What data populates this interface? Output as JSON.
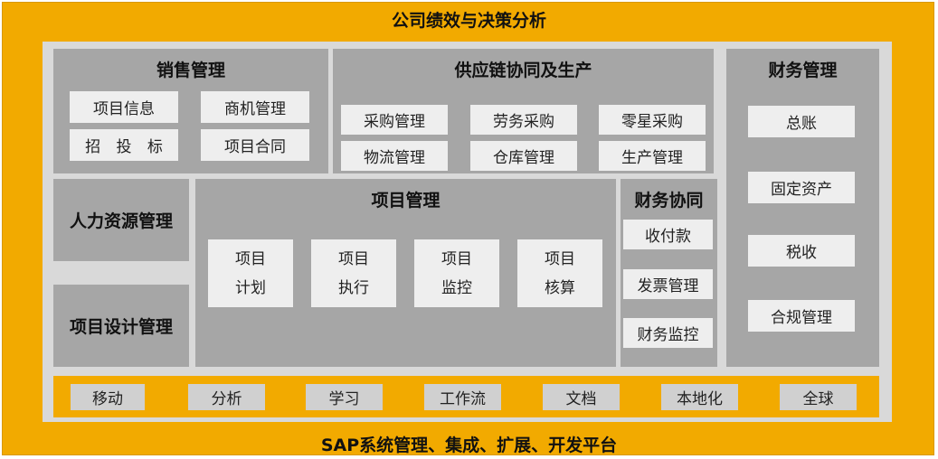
{
  "title": "公司绩效与决策分析",
  "platform": "SAP系统管理、集成、扩展、开发平台",
  "sales": {
    "title": "销售管理",
    "items": [
      "项目信息",
      "商机管理",
      "招 投 标",
      "项目合同"
    ]
  },
  "supply": {
    "title": "供应链协同及生产",
    "items": [
      "采购管理",
      "劳务采购",
      "零星采购",
      "物流管理",
      "仓库管理",
      "生产管理"
    ]
  },
  "finance": {
    "title": "财务管理",
    "items": [
      "总账",
      "固定资产",
      "税收",
      "合规管理"
    ]
  },
  "hr": {
    "title": "人力资源管理"
  },
  "design": {
    "title": "项目设计管理"
  },
  "project": {
    "title": "项目管理",
    "items": [
      {
        "line1": "项目",
        "line2": "计划"
      },
      {
        "line1": "项目",
        "line2": "执行"
      },
      {
        "line1": "项目",
        "line2": "监控"
      },
      {
        "line1": "项目",
        "line2": "核算"
      }
    ]
  },
  "fincollab": {
    "title": "财务协同",
    "items": [
      "收付款",
      "发票管理",
      "财务监控"
    ]
  },
  "base": {
    "items": [
      "移动",
      "分析",
      "学习",
      "工作流",
      "文档",
      "本地化",
      "全球"
    ]
  },
  "colors": {
    "frame": "#F2AA00",
    "inner": "#D9D9D9",
    "panel": "#A6A6A6",
    "box": "#EEEEEE"
  }
}
